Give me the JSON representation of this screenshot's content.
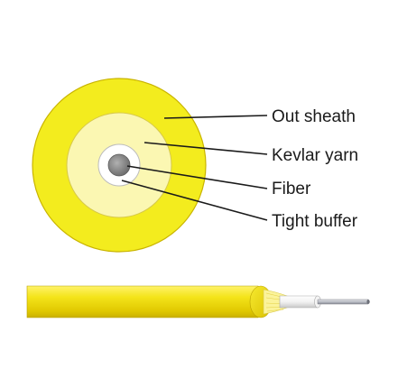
{
  "labels": {
    "out_sheath": "Out sheath",
    "kevlar_yarn": "Kevlar yarn",
    "fiber": "Fiber",
    "tight_buffer": "Tight buffer"
  },
  "colors": {
    "out_sheath": "#f3ec1e",
    "kevlar_yarn": "#fbf7b2",
    "tight_buffer": "#ffffff",
    "fiber_core": "#8a8a8a",
    "outline": "#c9b400",
    "leader_line": "#1a1a1a"
  }
}
